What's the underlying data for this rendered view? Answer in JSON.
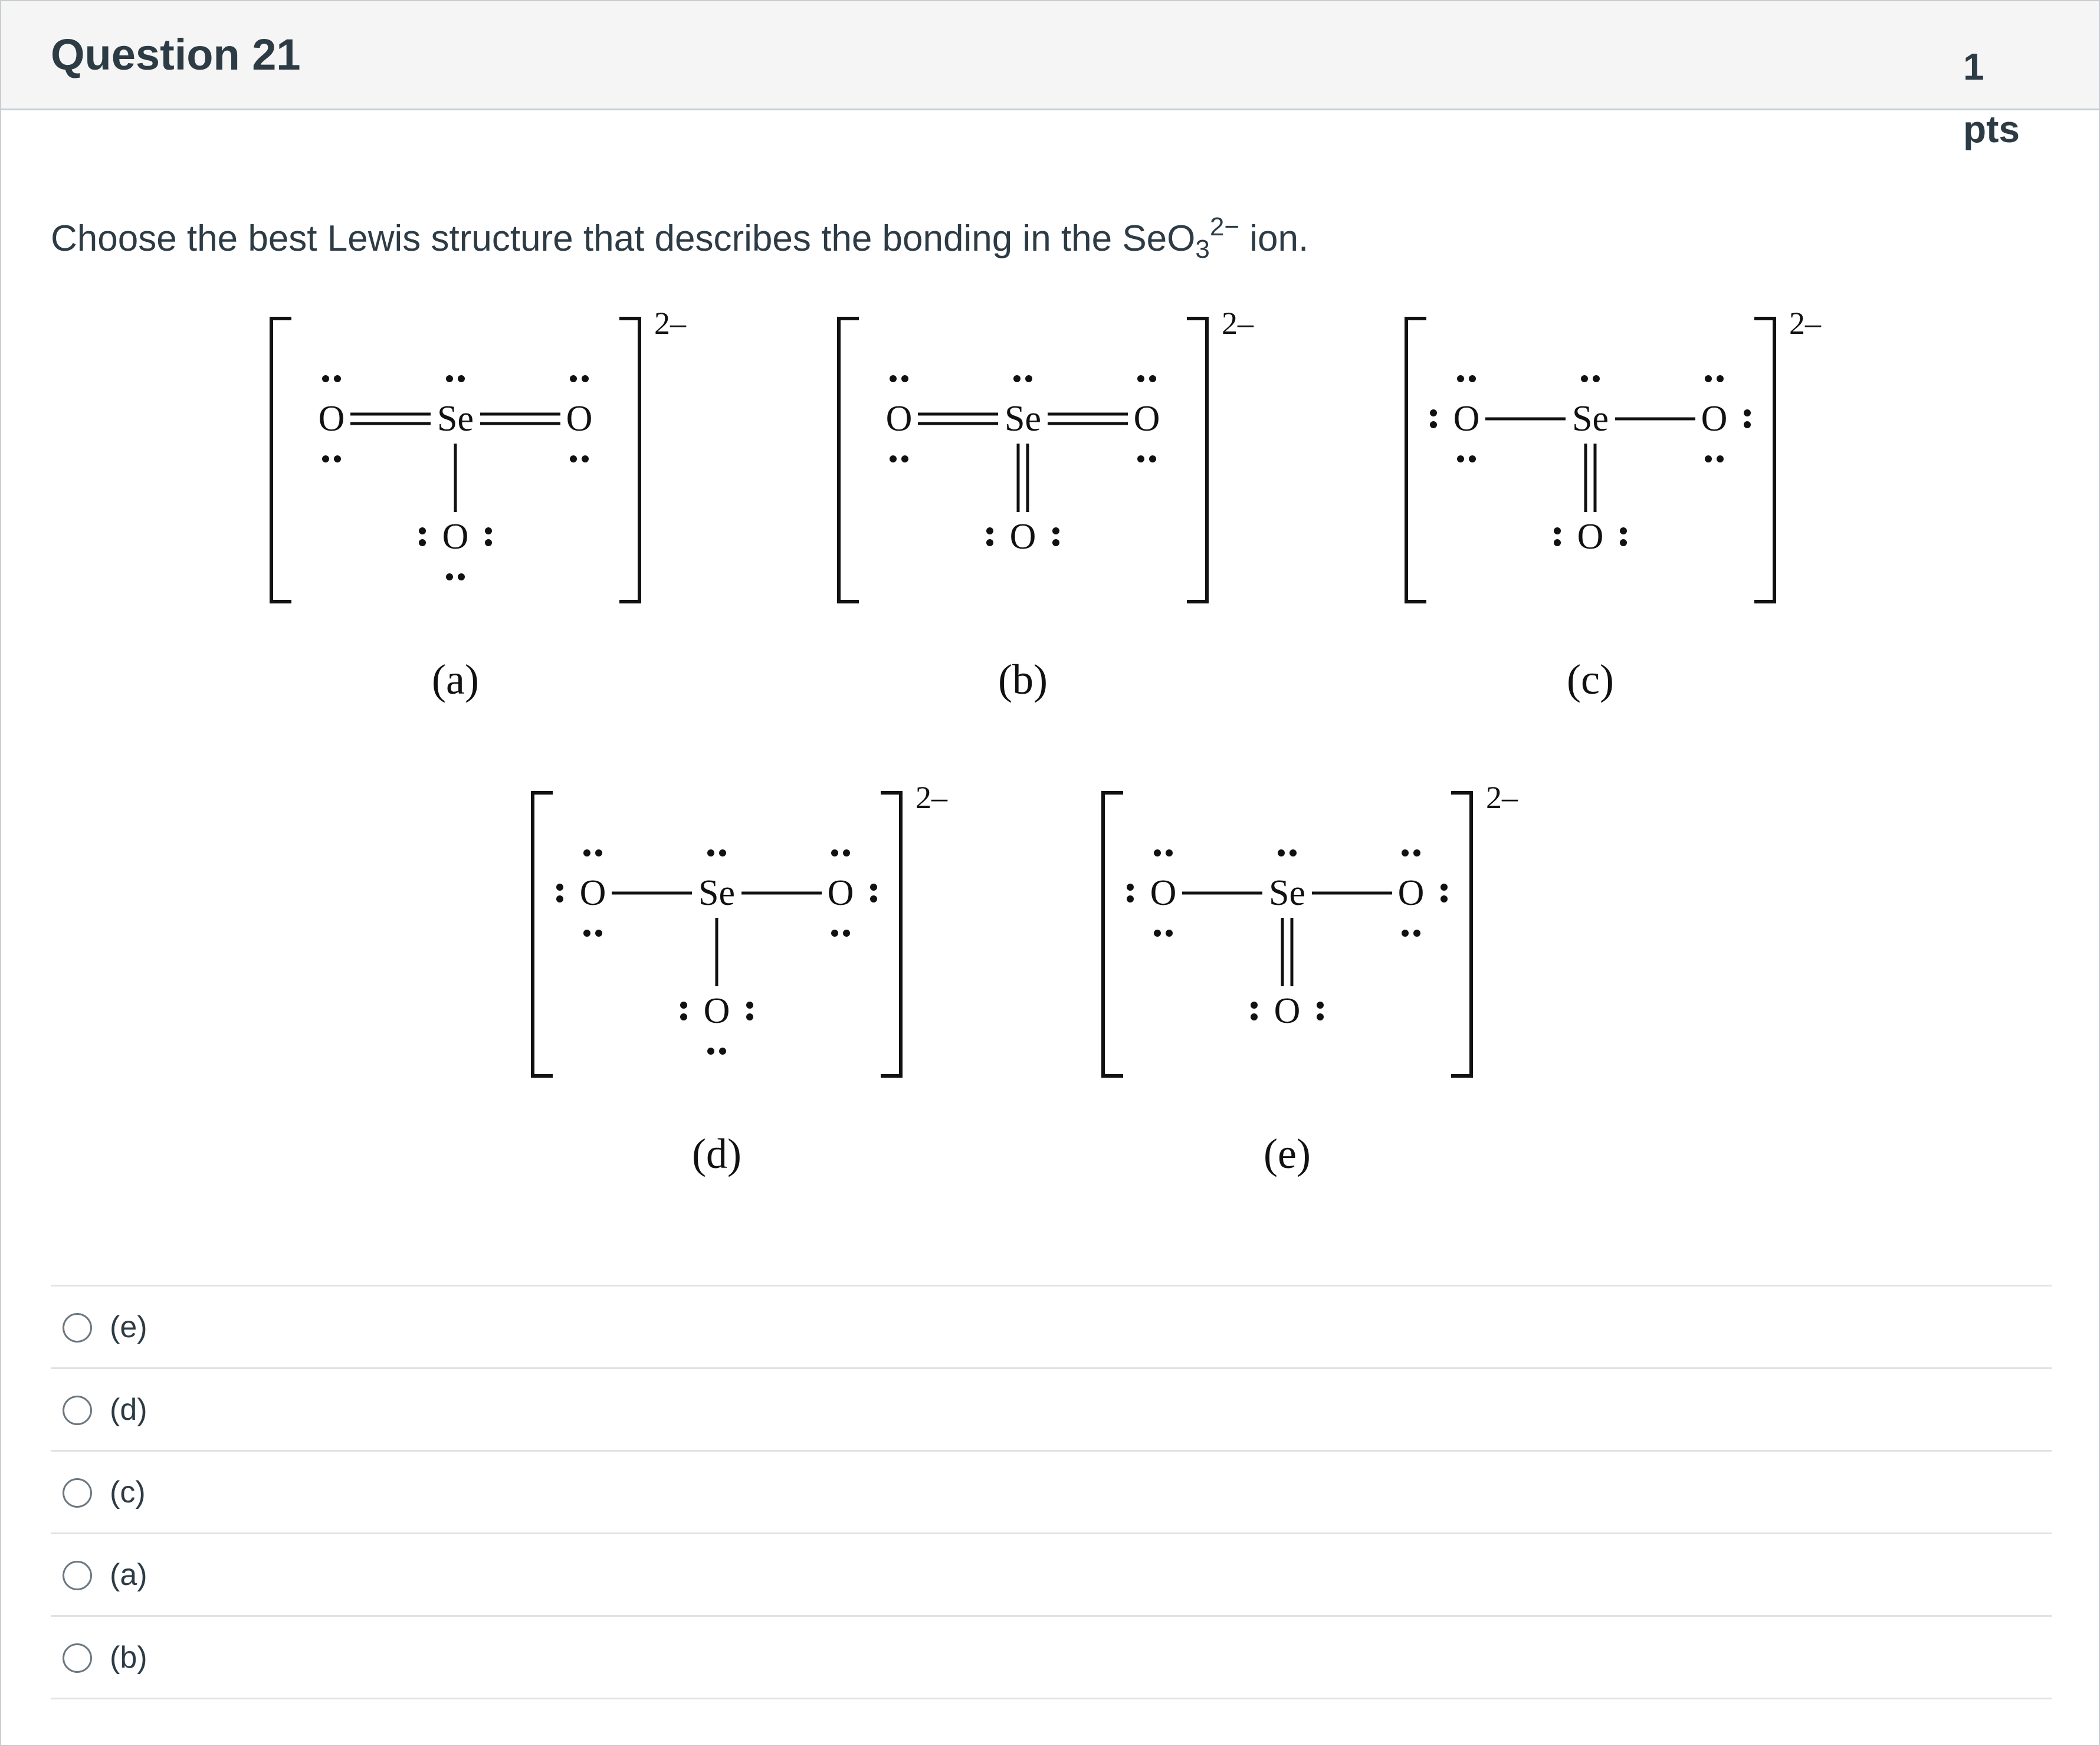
{
  "question": {
    "title": "Question 21",
    "points_value": "1",
    "points_unit": "pts",
    "text_before": "Choose the best Lewis structure that describes the bonding in the SeO",
    "formula_subscript": "3",
    "formula_superscript": "2−",
    "text_after": " ion."
  },
  "figure": {
    "structures": [
      {
        "label": "(a)",
        "charge": "2–",
        "atoms": {
          "left": "O",
          "center": "Se",
          "right": "O",
          "bottom": "O"
        }
      },
      {
        "label": "(b)",
        "charge": "2–",
        "atoms": {
          "left": "O",
          "center": "Se",
          "right": "O",
          "bottom": "O"
        }
      },
      {
        "label": "(c)",
        "charge": "2–",
        "atoms": {
          "left": "O",
          "center": "Se",
          "right": "O",
          "bottom": "O"
        }
      },
      {
        "label": "(d)",
        "charge": "2–",
        "atoms": {
          "left": "O",
          "center": "Se",
          "right": "O",
          "bottom": "O"
        }
      },
      {
        "label": "(e)",
        "charge": "2–",
        "atoms": {
          "left": "O",
          "center": "Se",
          "right": "O",
          "bottom": "O"
        }
      }
    ]
  },
  "answers": [
    {
      "label": "(e)"
    },
    {
      "label": "(d)"
    },
    {
      "label": "(c)"
    },
    {
      "label": "(a)"
    },
    {
      "label": "(b)"
    }
  ]
}
